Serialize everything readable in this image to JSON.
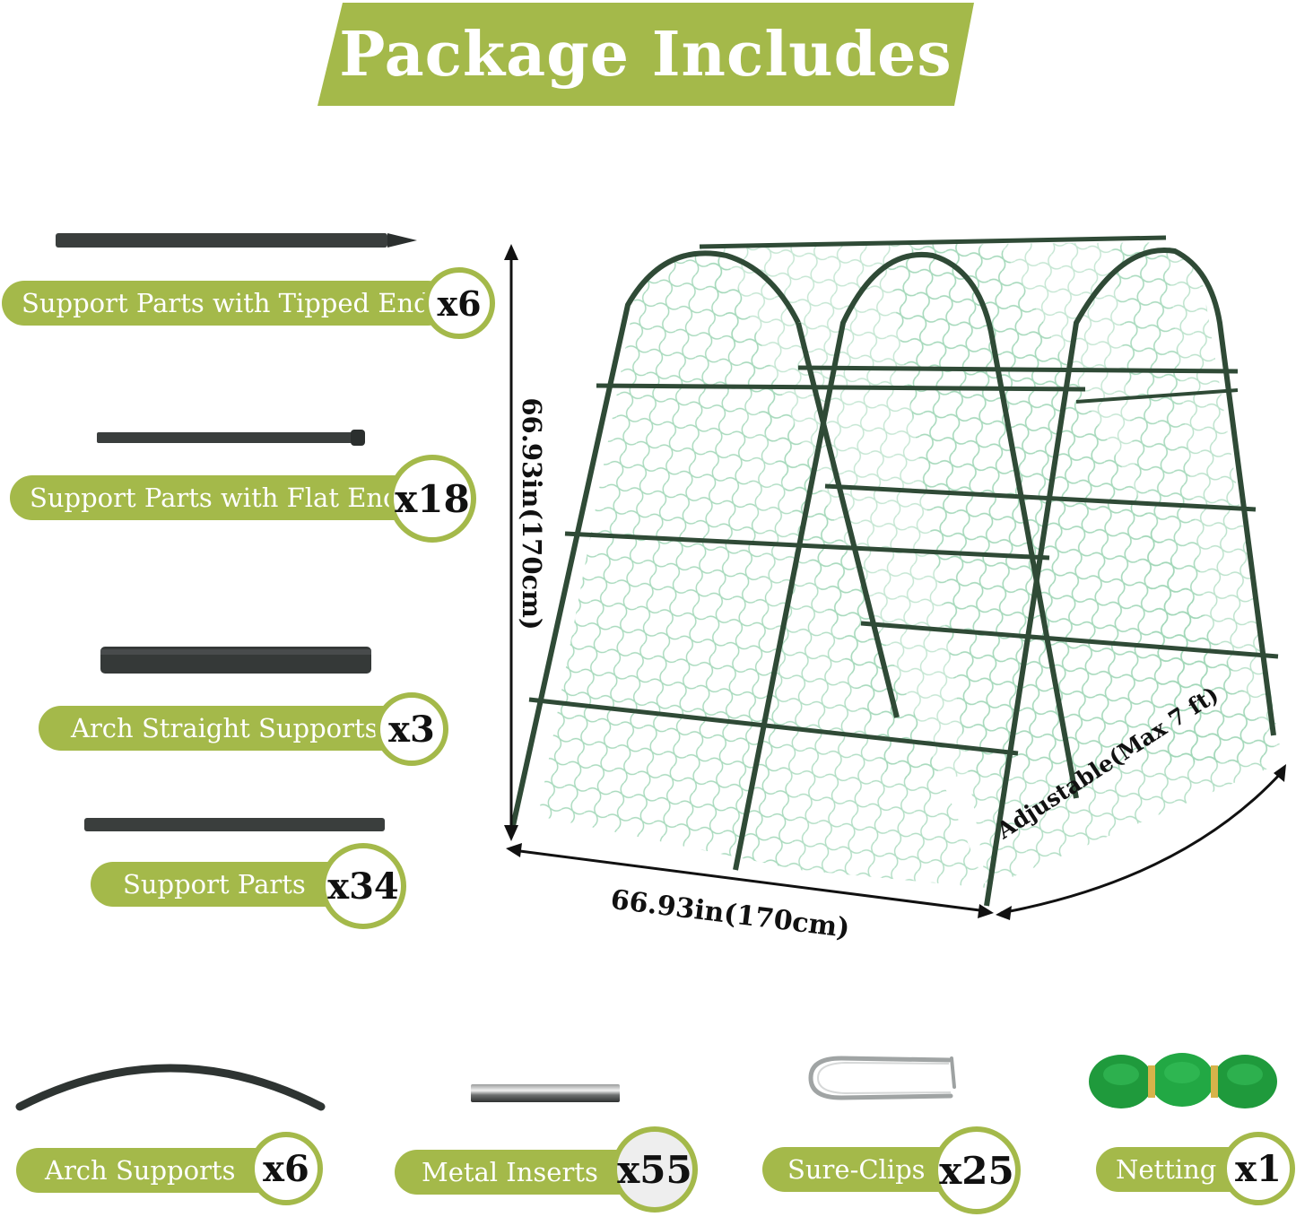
{
  "title": "Package Includes",
  "items": [
    {
      "label": "Support Parts with Tipped End",
      "qty": "x6"
    },
    {
      "label": "Support Parts with Flat End",
      "qty": "x18"
    },
    {
      "label": "Arch Straight Supports",
      "qty": "x3"
    },
    {
      "label": "Support Parts",
      "qty": "x34"
    },
    {
      "label": "Arch Supports",
      "qty": "x6"
    },
    {
      "label": "Metal Inserts",
      "qty": "x55"
    },
    {
      "label": "Sure-Clips",
      "qty": "x25"
    },
    {
      "label": "Netting",
      "qty": "x1"
    }
  ],
  "dimensions": {
    "height": "66.93in(170cm)",
    "width": "66.93in(170cm)",
    "depth": "Adjustable(Max 7 ft)"
  },
  "colors": {
    "accent_green": "#a4b94a",
    "rod_dark": "#2e3432",
    "frame_green": "#2f4a36",
    "net_green": "#9fd6b6"
  }
}
